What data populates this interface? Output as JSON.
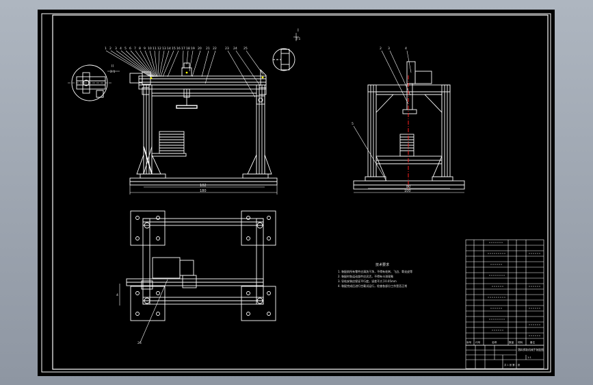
{
  "drawing": {
    "colors": {
      "background": "#000000",
      "line": "#ffffff",
      "centerline": "#ff2020",
      "accent": "#ffff00",
      "viewport": "#9aa3ad"
    },
    "front_view": {
      "balloons": [
        "1",
        "2",
        "3",
        "4",
        "5",
        "6",
        "7",
        "8",
        "9",
        "10",
        "11",
        "12",
        "13",
        "14",
        "15",
        "16",
        "17",
        "18",
        "19",
        "20",
        "21",
        "22",
        "23",
        "24",
        "25"
      ],
      "dim_inner": "102",
      "dim_outer": "180"
    },
    "detail_views": {
      "section_mark_top": "I",
      "section_scale_top": "2:1",
      "section_mark_left": "II",
      "section_scale_left": "2:1"
    },
    "side_view": {
      "balloons": [
        "2",
        "3",
        "4",
        "5"
      ],
      "dim_inner": "80",
      "dim_outer": "100"
    },
    "top_view": {
      "balloons": [
        "26"
      ],
      "dim_side": "4"
    },
    "technical_notes": {
      "title": "技术要求",
      "lines": [
        "1. 装配前所有零件应清洗干净，不得有毛刺、飞边、氧化皮等",
        "2. 装配时各运动部件应灵活，不得有卡滞现象",
        "3. 导轨安装应保证平行度，误差不大于0.05mm",
        "4. 装配完成后进行空载试运行，检查各部分工作是否正常"
      ]
    },
    "title_block": {
      "drawing_title": "落料抓取机械手装配图",
      "sheet_info": "共 1 张  第 1 张",
      "scale": "1:1",
      "header_labels": [
        "序号",
        "代号",
        "名称",
        "数量",
        "材料",
        "备注"
      ]
    }
  }
}
